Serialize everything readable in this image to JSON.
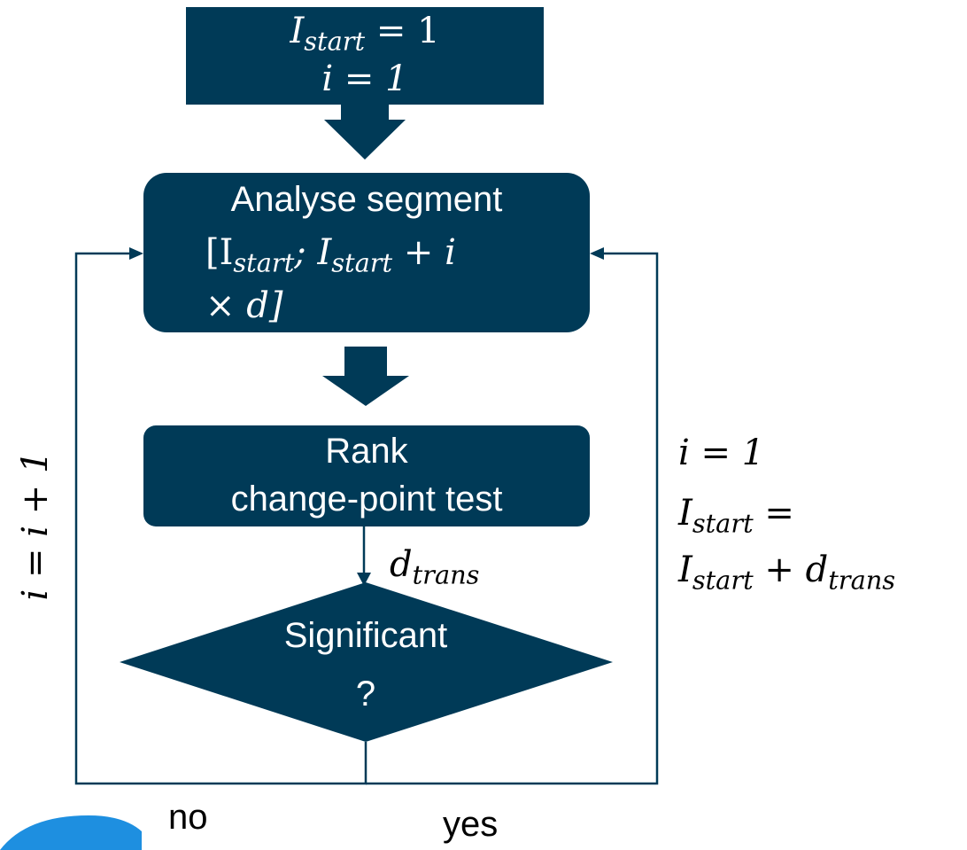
{
  "colors": {
    "box_fill": "#003a57",
    "line": "#003a57",
    "text_light": "#ffffff",
    "text_dark": "#000000",
    "logo_blue": "#1e8fe0"
  },
  "start_box": {
    "line1": "I",
    "line1_sub": "start",
    "line1_rest": " = 1",
    "line2": "i = 1"
  },
  "analyse_box": {
    "line1": "Analyse segment",
    "line2_a": "[I",
    "line2_sub1": "start",
    "line2_b": "; I",
    "line2_sub2": "start",
    "line2_c": " + i",
    "line3": "× d]"
  },
  "rank_box": {
    "line1": "Rank",
    "line2": "change-point test"
  },
  "d_trans_label": {
    "main": "d",
    "sub": "trans"
  },
  "decision": {
    "line1": "Significant",
    "line2": "?"
  },
  "left_loop_label": "i = i + 1",
  "right_loop_label": {
    "line1": "i = 1",
    "line2_main": "I",
    "line2_sub": "start",
    "line2_rest": " =",
    "line3_main": "I",
    "line3_sub": "start",
    "line3_mid": " + d",
    "line3_sub2": "trans"
  },
  "branch_no": "no",
  "branch_yes": "yes"
}
